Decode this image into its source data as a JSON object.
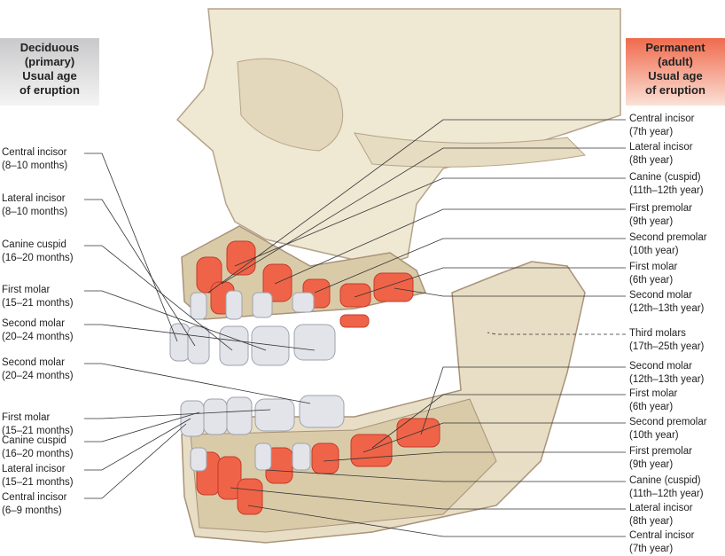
{
  "headers": {
    "deciduous": [
      "Deciduous",
      "(primary)",
      "Usual age",
      "of eruption"
    ],
    "permanent": [
      "Permanent",
      "(adult)",
      "Usual age",
      "of eruption"
    ]
  },
  "deciduous_labels": [
    {
      "name": "Central incisor",
      "age": "(8–10 months)"
    },
    {
      "name": "Lateral incisor",
      "age": "(8–10 months)"
    },
    {
      "name": "Canine cuspid",
      "age": "(16–20 months)"
    },
    {
      "name": "First molar",
      "age": "(15–21 months)"
    },
    {
      "name": "Second molar",
      "age": "(20–24 months)"
    },
    {
      "name": "Second molar",
      "age": "(20–24 months)"
    },
    {
      "name": "First molar",
      "age": "(15–21 months)"
    },
    {
      "name": "Canine cuspid",
      "age": "(16–20 months)"
    },
    {
      "name": "Lateral incisor",
      "age": "(15–21 months)"
    },
    {
      "name": "Central incisor",
      "age": "(6–9 months)"
    }
  ],
  "permanent_labels": [
    {
      "name": "Central incisor",
      "age": "(7th year)"
    },
    {
      "name": "Lateral incisor",
      "age": "(8th year)"
    },
    {
      "name": "Canine (cuspid)",
      "age": "(11th–12th year)"
    },
    {
      "name": "First premolar",
      "age": "(9th year)"
    },
    {
      "name": "Second premolar",
      "age": "(10th year)"
    },
    {
      "name": "First molar",
      "age": "(6th year)"
    },
    {
      "name": "Second molar",
      "age": "(12th–13th year)"
    },
    {
      "name": "Third molars",
      "age": "(17th–25th year)"
    },
    {
      "name": "Second molar",
      "age": "(12th–13th year)"
    },
    {
      "name": "First molar",
      "age": "(6th year)"
    },
    {
      "name": "Second premolar",
      "age": "(10th year)"
    },
    {
      "name": "First premolar",
      "age": "(9th year)"
    },
    {
      "name": "Canine (cuspid)",
      "age": "(11th–12th year)"
    },
    {
      "name": "Lateral incisor",
      "age": "(8th year)"
    },
    {
      "name": "Central incisor",
      "age": "(7th year)"
    }
  ],
  "colors": {
    "bone": "#ede4cc",
    "outline": "#a8937a",
    "permanent_tooth": "#ef6448",
    "deciduous_tooth": "#e2e4ea"
  }
}
